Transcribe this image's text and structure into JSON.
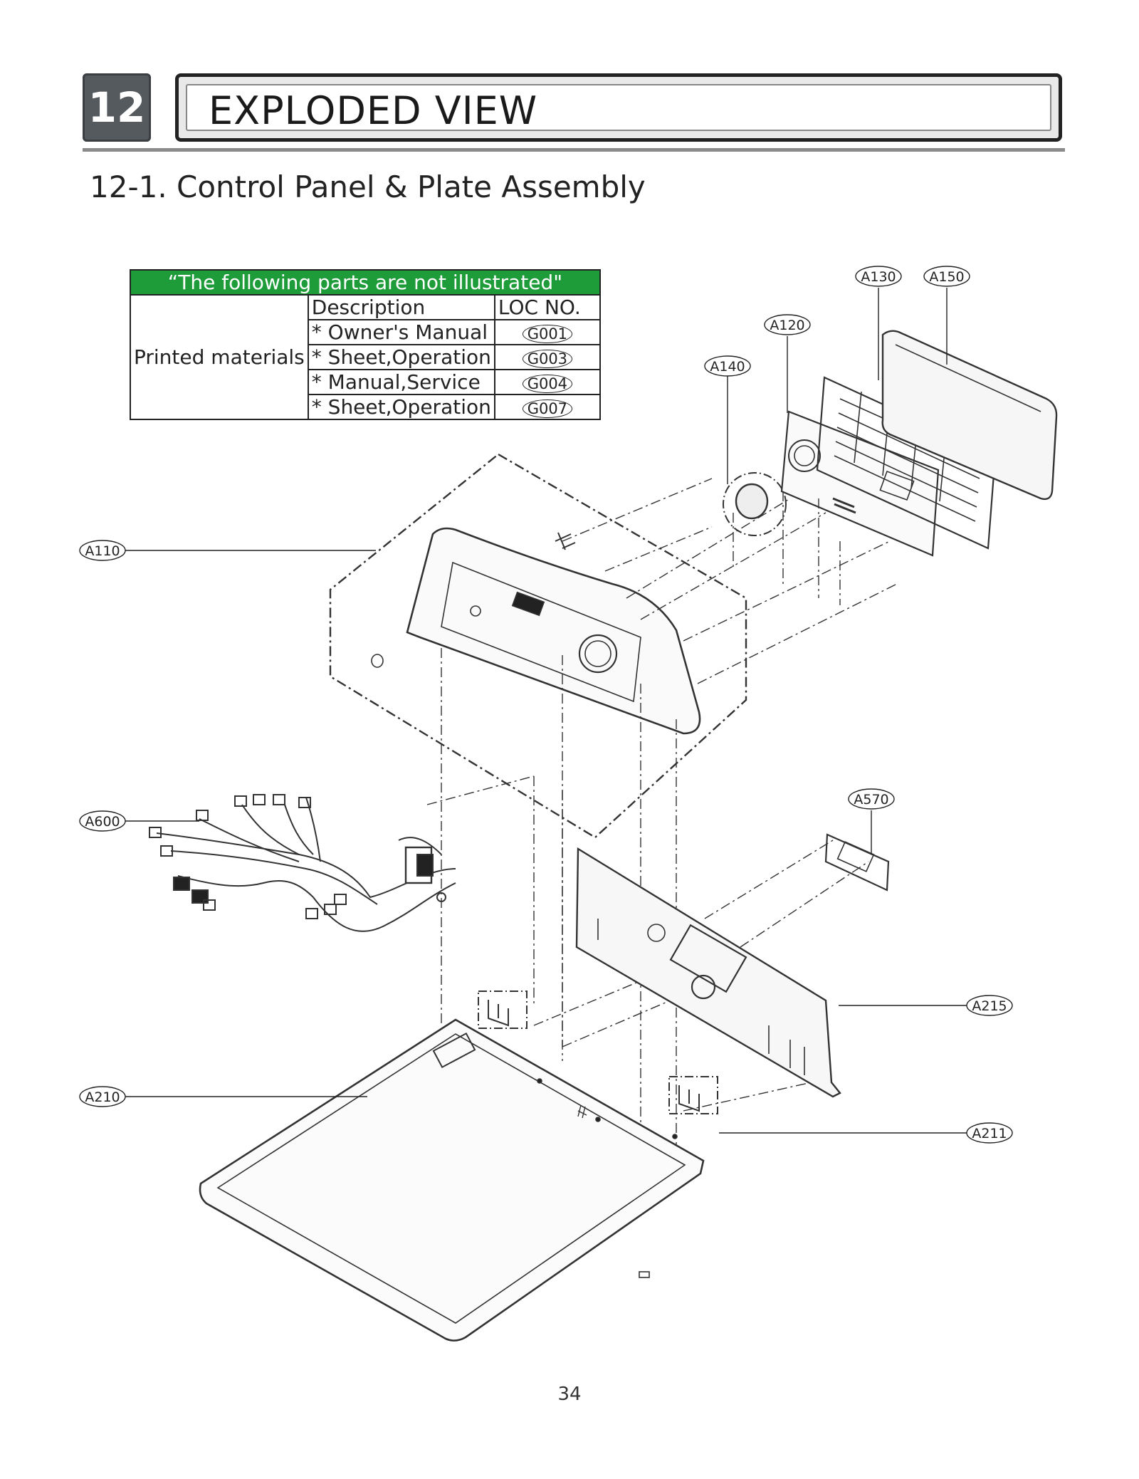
{
  "header": {
    "chapter_number": "12",
    "chapter_title": "EXPLODED VIEW",
    "section_title": "12-1. Control Panel & Plate Assembly"
  },
  "not_illustrated_table": {
    "heading": "“The following parts are not illustrated\"",
    "col_description": "Description",
    "col_loc": "LOC NO.",
    "category": "Printed materials",
    "rows": [
      {
        "description": "* Owner's Manual",
        "loc": "G001"
      },
      {
        "description": "* Sheet,Operation",
        "loc": "G003"
      },
      {
        "description": "* Manual,Service",
        "loc": "G004"
      },
      {
        "description": "* Sheet,Operation",
        "loc": "G007"
      }
    ]
  },
  "callouts": {
    "a110": "A110",
    "a120": "A120",
    "a130": "A130",
    "a140": "A140",
    "a150": "A150",
    "a570": "A570",
    "a600": "A600",
    "a210": "A210",
    "a211": "A211",
    "a215": "A215"
  },
  "colors": {
    "table_heading_bg": "#1f9c3a",
    "chapter_badge": "#555a5f"
  },
  "page_number": "34"
}
